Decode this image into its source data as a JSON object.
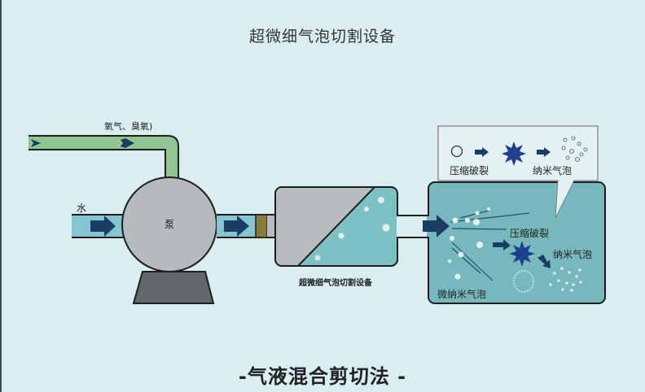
{
  "title": "超微细气泡切割设备",
  "footer": "-气液混合剪切法 -",
  "labels": {
    "gas_inlet": "氧气、臭氧)",
    "water_inlet": "水",
    "pump": "泵",
    "device": "超微细气泡切割设备",
    "inset_compress": "压缩破裂",
    "inset_nano": "纳米气泡",
    "tank_compress": "压缩破裂",
    "tank_nano": "纳米气泡",
    "tank_micro_nano": "微纳米气泡"
  },
  "colors": {
    "background": "#daedf1",
    "gas_pipe": "#8fc58f",
    "water_pipe": "#86c6d1",
    "pump": "#b6b9bd",
    "pump_base": "#63686b",
    "valve": "#8a7a3c",
    "device_gray": "#b7bcbf",
    "device_water": "#7ec1c5",
    "tank": "#76b8bc",
    "arrow": "#1c3d63"
  }
}
